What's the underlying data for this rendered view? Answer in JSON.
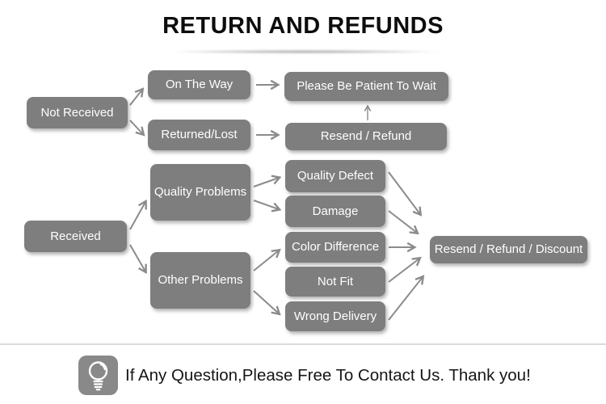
{
  "title": "RETURN AND REFUNDS",
  "nodes": {
    "not_received": "Not Received",
    "on_the_way": "On The Way",
    "returned_lost": "Returned/Lost",
    "please_wait": "Please Be Patient To Wait",
    "resend_refund": "Resend / Refund",
    "received": "Received",
    "quality_problems": "Quality Problems",
    "other_problems": "Other Problems",
    "quality_defect": "Quality Defect",
    "damage": "Damage",
    "color_difference": "Color Difference",
    "not_fit": "Not Fit",
    "wrong_delivery": "Wrong Delivery",
    "resend_refund_discount": "Resend / Refund / Discount"
  },
  "edges": [
    {
      "from": "Not Received",
      "to": "On The Way"
    },
    {
      "from": "Not Received",
      "to": "Returned/Lost"
    },
    {
      "from": "On The Way",
      "to": "Please Be Patient To Wait"
    },
    {
      "from": "Returned/Lost",
      "to": "Resend / Refund"
    },
    {
      "from": "Resend / Refund",
      "to": "Please Be Patient To Wait"
    },
    {
      "from": "Received",
      "to": "Quality Problems"
    },
    {
      "from": "Received",
      "to": "Other Problems"
    },
    {
      "from": "Quality Problems",
      "to": "Quality Defect"
    },
    {
      "from": "Quality Problems",
      "to": "Damage"
    },
    {
      "from": "Other Problems",
      "to": "Color Difference"
    },
    {
      "from": "Other Problems",
      "to": "Wrong Delivery"
    },
    {
      "from": "Quality Defect",
      "to": "Resend / Refund / Discount"
    },
    {
      "from": "Damage",
      "to": "Resend / Refund / Discount"
    },
    {
      "from": "Color Difference",
      "to": "Resend / Refund / Discount"
    },
    {
      "from": "Not Fit",
      "to": "Resend / Refund / Discount"
    },
    {
      "from": "Wrong Delivery",
      "to": "Resend / Refund / Discount"
    }
  ],
  "footer": {
    "icon": "lightbulb-icon",
    "message": "If Any Question,Please Free To Contact Us. Thank you!"
  },
  "colors": {
    "node_fill": "#7e7e7e",
    "node_text": "#ffffff",
    "arrow": "#8b8b8b",
    "title_text": "#0d0d0d",
    "divider": "#dcdcdc",
    "background": "#ffffff"
  }
}
